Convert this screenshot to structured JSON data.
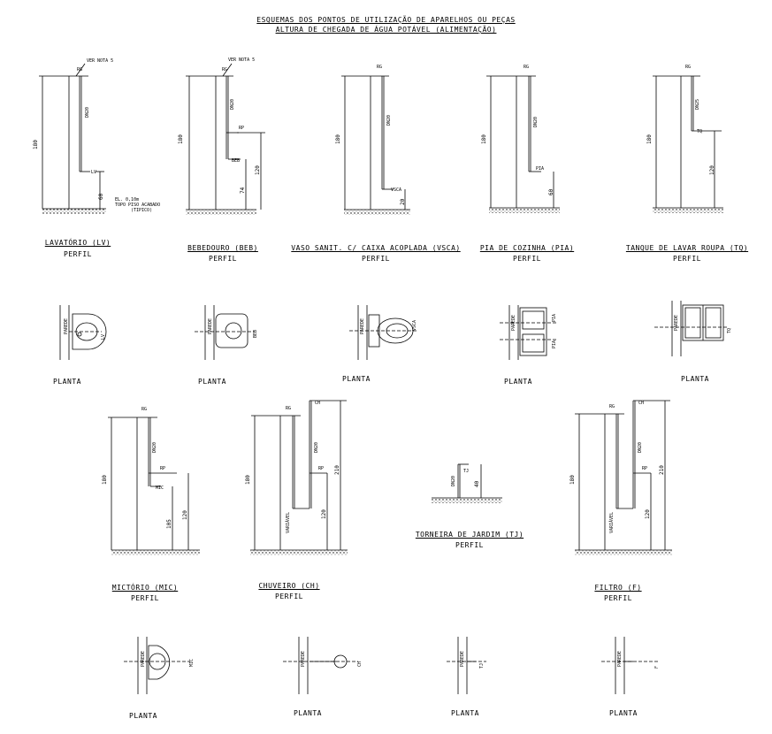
{
  "title": {
    "line1": "ESQUEMAS DOS PONTOS DE UTILIZAÇÃO DE APARELHOS OU PEÇAS",
    "line2": "ALTURA DE CHEGADA DE ÁGUA POTÁVEL (ALIMENTAÇÃO)"
  },
  "labels": {
    "perfil": "PERFIL",
    "planta": "PLANTA",
    "ver_nota": "VER NOTA 5",
    "parede": "PAREDE",
    "variavel": "VARIÁVEL",
    "rg": "RG",
    "rp": "RP",
    "ch": "CH",
    "dn": "DN20",
    "dn25": "DN25",
    "el": "EL. 0,10m",
    "topo1": "TOPO PISO ACABADO",
    "topo2": "(TIPICO)"
  },
  "fixtures": {
    "lv": {
      "name": "LAVATÓRIO (LV)",
      "tag": "LV",
      "total": "180",
      "height": "60"
    },
    "beb": {
      "name": "BEBEDOURO (BEB)",
      "tag": "BEB",
      "total": "180",
      "h1": "74",
      "h2": "120"
    },
    "vsca": {
      "name": "VASO SANIT. C/ CAIXA ACOPLADA (VSCA)",
      "tag": "VSCA",
      "total": "180",
      "height": "20"
    },
    "pia": {
      "name": "PIA DE COZINHA (PIA)",
      "tag": "PIA",
      "total": "180",
      "height": "60"
    },
    "tq": {
      "name": "TANQUE DE LAVAR ROUPA (TQ)",
      "tag": "TQ",
      "total": "180",
      "height": "120"
    },
    "mic": {
      "name": "MICTÓRIO (MIC)",
      "tag": "MIC",
      "total": "180",
      "h1": "105",
      "h2": "120"
    },
    "ch": {
      "name": "CHUVEIRO (CH)",
      "tag": "CH",
      "total": "180",
      "h1": "120",
      "h2": "210"
    },
    "tj": {
      "name": "TORNEIRA DE JARDIM (TJ)",
      "tag": "TJ",
      "height": "40"
    },
    "f": {
      "name": "FILTRO (F)",
      "tag": "F",
      "total": "180",
      "h1": "120",
      "h2": "210"
    }
  }
}
